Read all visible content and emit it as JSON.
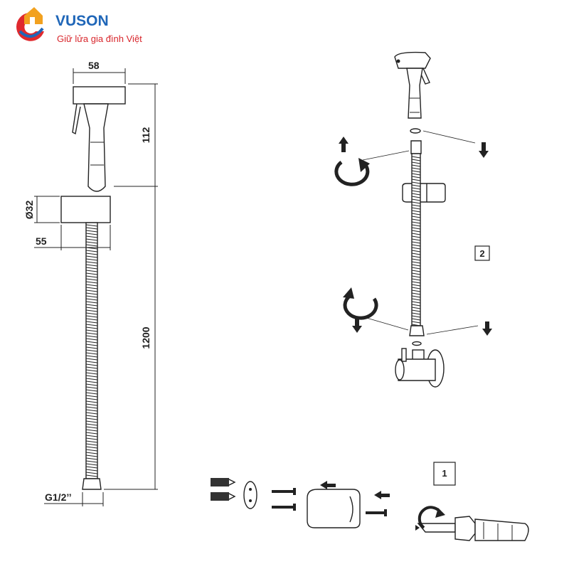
{
  "brand": {
    "name": "VUSON",
    "slogan": "Giữ lửa gia đình Việt",
    "name_color": "#1f66b8",
    "slogan_color": "#d8252b",
    "logo_colors": [
      "#e0292e",
      "#f2a11f",
      "#1f66b8"
    ]
  },
  "dimensions": {
    "sprayer_width": "58",
    "sprayer_height": "112",
    "holder_diameter": "Ø32",
    "holder_width": "55",
    "hose_length": "1200",
    "thread": "G1/2’’"
  },
  "steps": {
    "step1": "1",
    "step2": "2"
  },
  "icons": [
    "rotate-arrow-icon",
    "down-arrow-icon",
    "up-arrow-icon",
    "left-arrow-icon",
    "screwdriver-icon"
  ]
}
